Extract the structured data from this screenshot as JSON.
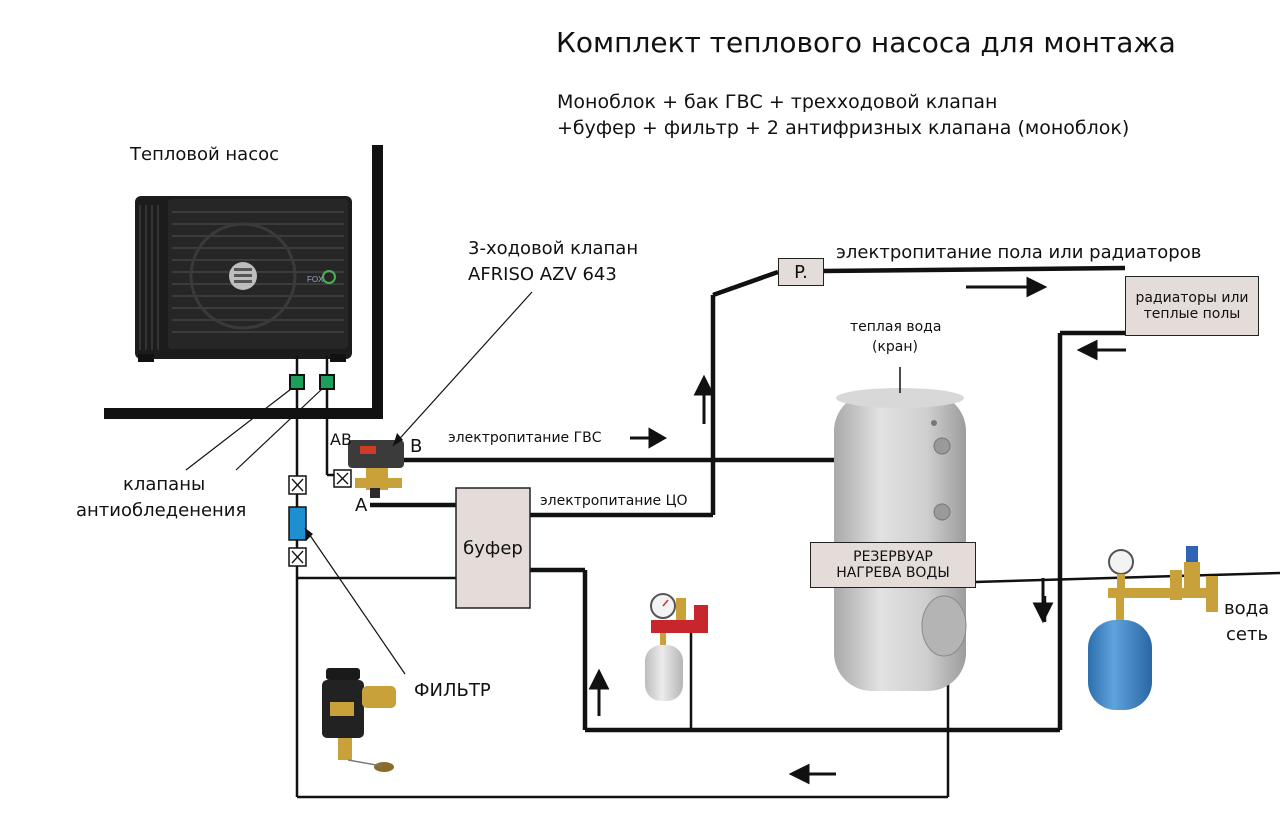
{
  "title": "Комплект теплового насоса для монтажа",
  "subtitle_line1": "Моноблок + бак ГВС + трехходовой клапан",
  "subtitle_line2": "+буфер + фильтр + 2 антифризных клапана (моноблок)",
  "heat_pump": {
    "label": "Тепловой насос",
    "brand": "FOX"
  },
  "valve3way": {
    "line1": "3-ходовой клапан",
    "line2": "AFRISO AZV 643",
    "port_ab": "AB",
    "port_a": "A",
    "port_b": "B"
  },
  "antifreeze_valves": {
    "line1": "клапаны",
    "line2": "антиобледенения"
  },
  "filter": {
    "label": "ФИЛЬТР"
  },
  "buffer": {
    "label": "буфер"
  },
  "pump_box": {
    "label": "P."
  },
  "supply_floor": {
    "label": "электропитание пола или радиаторов"
  },
  "supply_dhw": {
    "label": "электропитание ГВС"
  },
  "supply_co": {
    "label": "электропитание ЦО"
  },
  "radiators": {
    "line1": "радиаторы или",
    "line2": "теплые полы"
  },
  "warm_water": {
    "line1": "теплая вода",
    "line2": "(кран)"
  },
  "tank": {
    "line1": "РЕЗЕРВУАР",
    "line2": "НАГРЕВА ВОДЫ"
  },
  "water_mains": {
    "line1": "вода",
    "line2": "сеть"
  },
  "colors": {
    "pipe": "#111111",
    "label_box": "#e3dcd9",
    "antifreeze_valve": "#1aa05a",
    "filter_blue": "#1e8fd0",
    "tank": "#c9c9c9",
    "expansion_vessel": "#3d86c7",
    "fitting_red": "#c8262d",
    "brass": "#c9a13b"
  }
}
